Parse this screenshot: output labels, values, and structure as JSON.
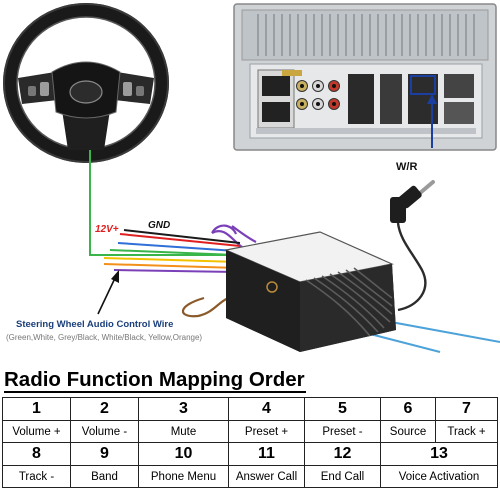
{
  "diagram": {
    "jack_label": "W/R",
    "power_label": "12V+",
    "ground_label": "GND",
    "harness_title": "Steering Wheel Audio Control Wire",
    "harness_colors": "(Green,White, Grey/Black, White/Black, Yellow,Orange)",
    "colors": {
      "power": "#e02020",
      "wire_green": "#39b54a",
      "wire_purple": "#7b3fb8",
      "wire_blue": "#2f6fd8",
      "wire_yellow": "#f2c200",
      "wire_orange": "#f39019",
      "wire_brown": "#8a5a2b",
      "wire_lightblue": "#4da3d9"
    }
  },
  "table": {
    "title": "Radio Function Mapping Order",
    "row1": [
      {
        "num": "1",
        "fn": "Volume +"
      },
      {
        "num": "2",
        "fn": "Volume -"
      },
      {
        "num": "3",
        "fn": "Mute"
      },
      {
        "num": "4",
        "fn": "Preset +"
      },
      {
        "num": "5",
        "fn": "Preset -"
      },
      {
        "num": "6",
        "fn": "Source"
      },
      {
        "num": "7",
        "fn": "Track +"
      }
    ],
    "row2": [
      {
        "num": "8",
        "fn": "Track -"
      },
      {
        "num": "9",
        "fn": "Band"
      },
      {
        "num": "10",
        "fn": "Phone Menu"
      },
      {
        "num": "11",
        "fn": "Answer Call"
      },
      {
        "num": "12",
        "fn": "End Call"
      },
      {
        "num": "13",
        "fn": "Voice Activation"
      }
    ]
  }
}
